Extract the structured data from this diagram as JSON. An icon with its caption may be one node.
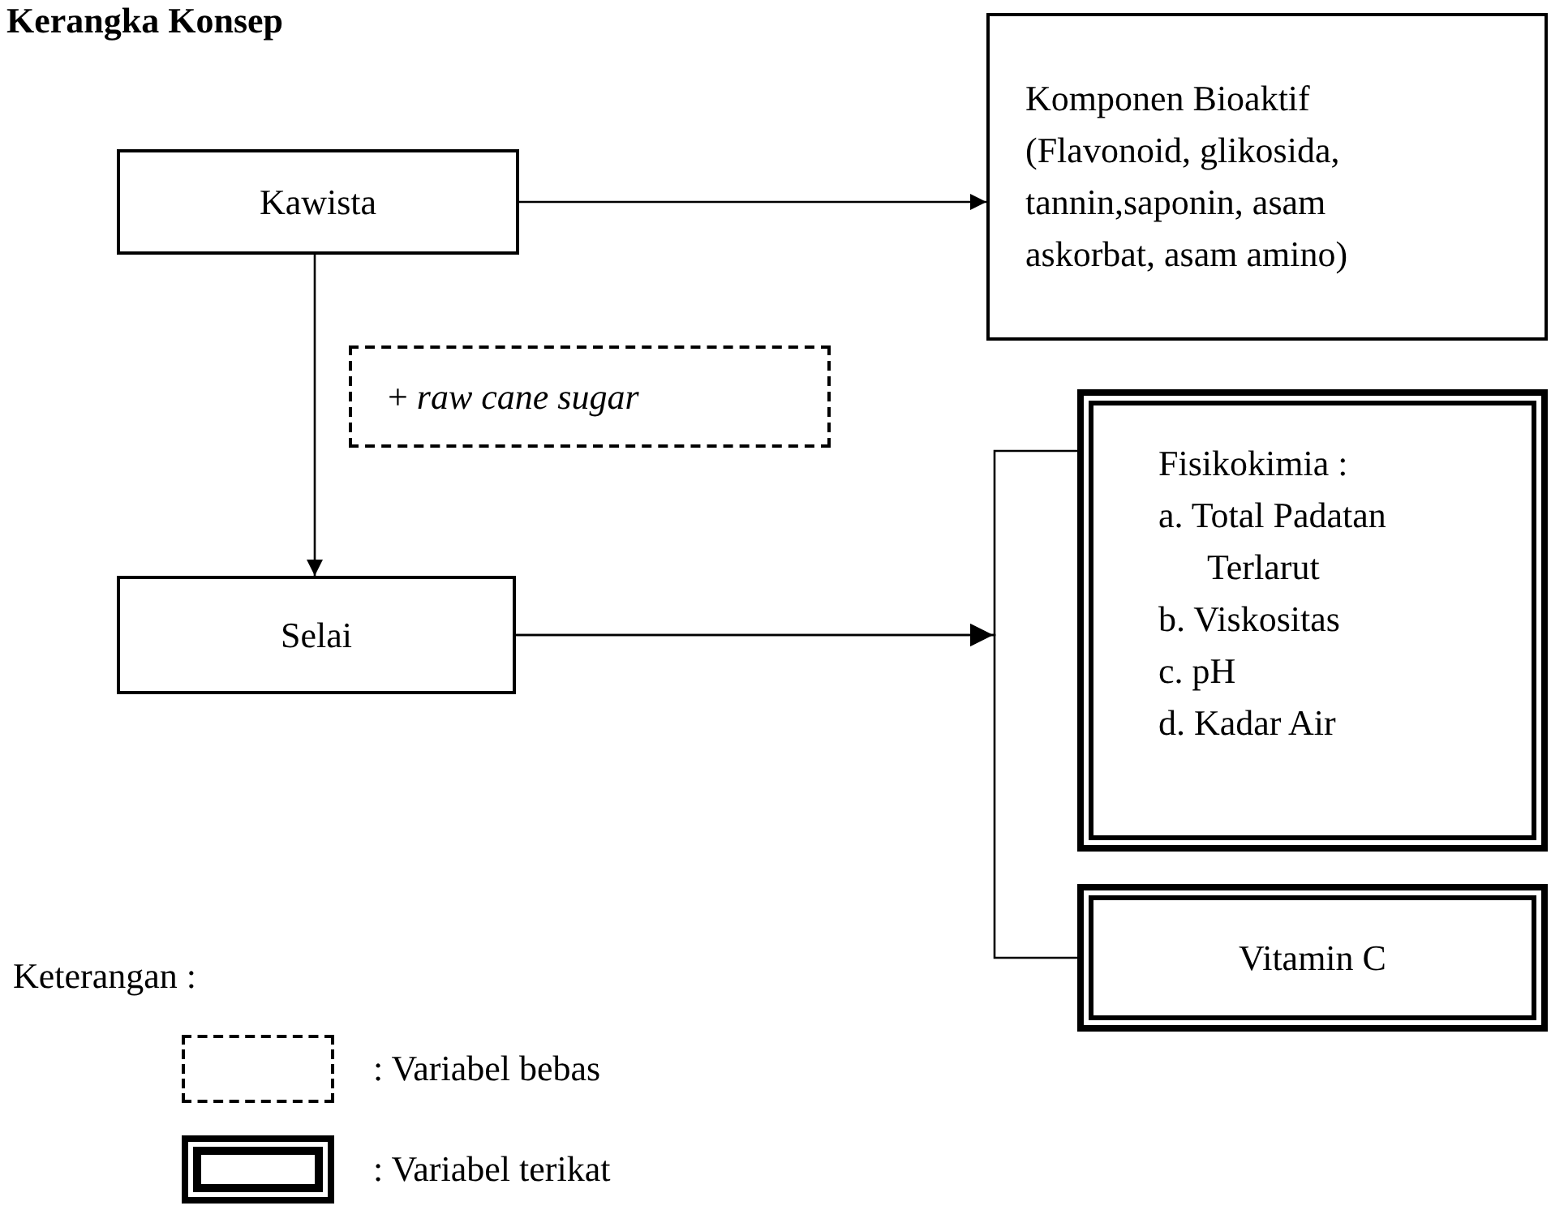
{
  "diagram": {
    "title": "Kerangka Konsep",
    "nodes": [
      {
        "text": [
          "Kawista"
        ]
      },
      {
        "text": [
          "Komponen Bioaktif",
          "(Flavonoid, glikosida, tannin,saponin, asam askorbat, asam amino)"
        ]
      },
      {
        "text": [
          "+ *raw cane sugar*"
        ]
      },
      {
        "text": [
          "Selai"
        ]
      },
      {
        "text": [
          "Fisikokimia :",
          "a. Total Padatan Terlarut",
          "b. Viskositas",
          "c. pH",
          "d. Kadar Air"
        ]
      },
      {
        "text": [
          "Vitamin C"
        ]
      }
    ],
    "edges": [
      {
        "from": 0,
        "to": 1,
        "arrow": "to"
      },
      {
        "from": 0,
        "to": 3,
        "arrow": "to"
      },
      {
        "from": 3,
        "to": 4,
        "arrow": "to"
      },
      {
        "from": 3,
        "to": 5,
        "arrow": "to"
      }
    ],
    "labels": [
      "Keterangan :"
    ],
    "legend": [
      {
        "text": ": Variabel bebas"
      },
      {
        "text": ": Variabel terikat"
      }
    ]
  }
}
